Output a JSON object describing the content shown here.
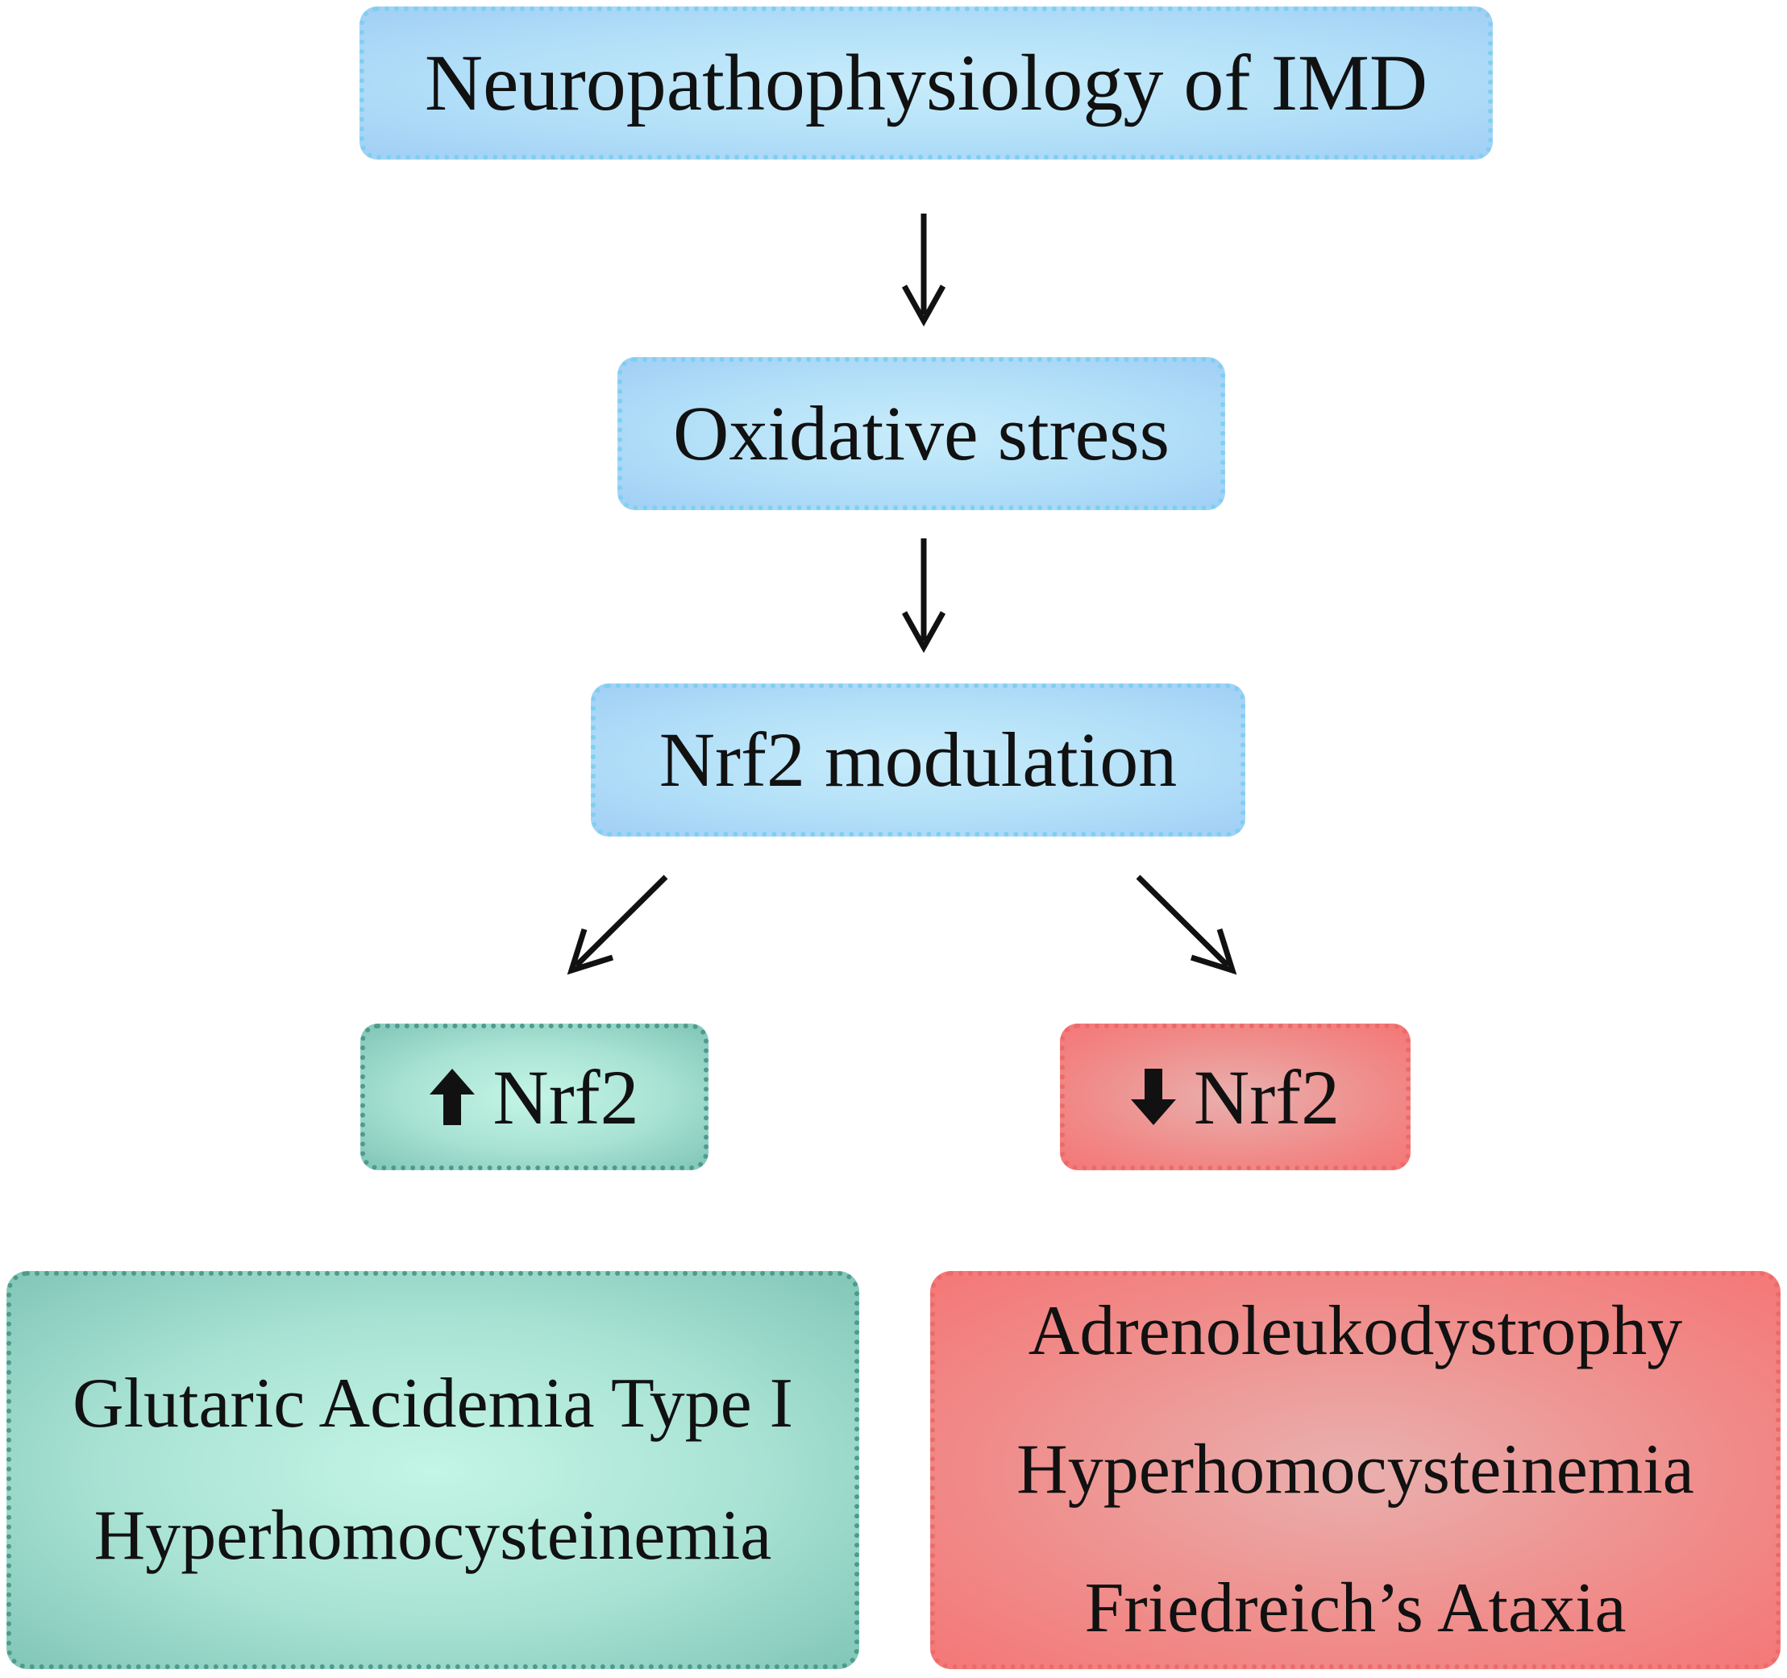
{
  "nodes": {
    "top": "Neuropathophysiology of IMD",
    "oxidative": "Oxidative stress",
    "modulation": "Nrf2 modulation",
    "up": {
      "label": "Nrf2",
      "arrow": "up-arrow-icon"
    },
    "down": {
      "label": "Nrf2",
      "arrow": "down-arrow-icon"
    }
  },
  "lists": {
    "increased": [
      "Glutaric Acidemia Type I",
      "Hyperhomocysteinemia"
    ],
    "decreased": [
      "Adrenoleukodystrophy",
      "Hyperhomocysteinemia",
      "Friedreich’s Ataxia"
    ]
  },
  "colors": {
    "blue_fill": "#b3e0f8",
    "blue_border": "#7fcff0",
    "green_fill": "#a8e2d3",
    "green_border": "#4f9a8c",
    "red_fill": "#f08a88",
    "red_border": "#ec6a6a",
    "arrow": "#111111"
  }
}
